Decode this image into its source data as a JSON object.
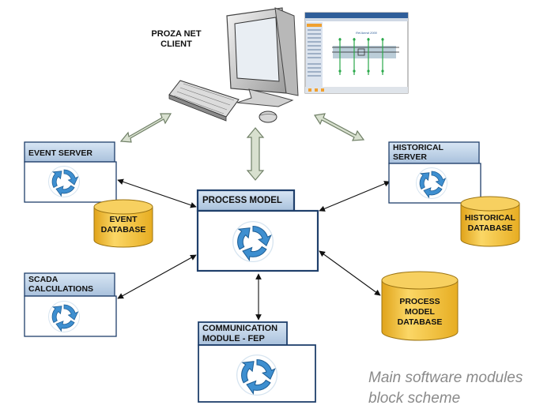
{
  "client": {
    "label_line1": "PROZA NET",
    "label_line2": "CLIENT",
    "screen_title": "ReUbend 2000"
  },
  "modules": {
    "event_server": {
      "label": "EVENT SERVER"
    },
    "historical_server": {
      "label_line1": "HISTORICAL",
      "label_line2": "SERVER"
    },
    "process_model": {
      "label": "PROCESS MODEL"
    },
    "scada_calculations": {
      "label_line1": "SCADA",
      "label_line2": "CALCULATIONS"
    },
    "communication_module": {
      "label_line1": "COMMUNICATION",
      "label_line2": "MODULE - FEP"
    }
  },
  "databases": {
    "event_db": {
      "line1": "EVENT",
      "line2": "DATABASE"
    },
    "historical_db": {
      "line1": "HISTORICAL",
      "line2": "DATABASE"
    },
    "process_model_db": {
      "line1": "PROCESS",
      "line2": "MODEL",
      "line3": "DATABASE"
    }
  },
  "caption": {
    "line1": "Main software modules",
    "line2": "block scheme"
  },
  "colors": {
    "module_border": "#1f3f6b",
    "module_header": "#bcd0e6",
    "cycle_icon": "#3e8fd0",
    "database": "#f4c33a",
    "big_arrow_fill": "#d8e0cf",
    "big_arrow_stroke": "#6f7f66"
  }
}
